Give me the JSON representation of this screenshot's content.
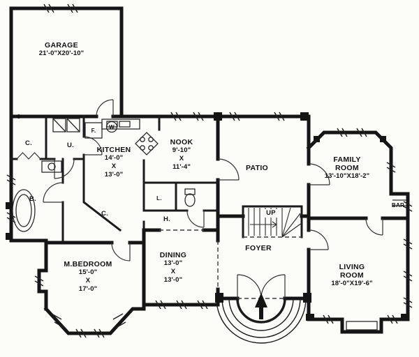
{
  "rooms": {
    "garage": {
      "name": "GARAGE",
      "dims": "21'-0\"X20'-10\""
    },
    "kitchen": {
      "name": "KITCHEN",
      "w": "14'-0\"",
      "x": "X",
      "h": "13'-0\""
    },
    "nook": {
      "name": "NOOK",
      "w": "9'-10\"",
      "x": "X",
      "h": "11'-4\""
    },
    "patio": {
      "name": "PATIO"
    },
    "family": {
      "name": "FAMILY",
      "name2": "ROOM",
      "dims": "13'-10\"X18'-2\""
    },
    "bar": {
      "name": "BAR"
    },
    "mbedroom": {
      "name": "M.BEDROOM",
      "w": "15'-0\"",
      "x": "X",
      "h": "17'-0\""
    },
    "dining": {
      "name": "DINING",
      "w": "13'-0\"",
      "x": "X",
      "h": "13'-0\""
    },
    "foyer": {
      "name": "FOYER"
    },
    "living": {
      "name": "LIVING",
      "name2": "ROOM",
      "dims": "18'-0\"X19'-6\""
    }
  },
  "annotations": {
    "closet_garage": "C.",
    "utility": "U.",
    "furnace": "F.",
    "washer": "W",
    "bath": "B.",
    "closet_hall": "C.",
    "linen": "L.",
    "hall": "H.",
    "stairs_up": "UP",
    "copyright": "©"
  },
  "colors": {
    "ink": "#151515",
    "paper": "#fcfcf9"
  }
}
